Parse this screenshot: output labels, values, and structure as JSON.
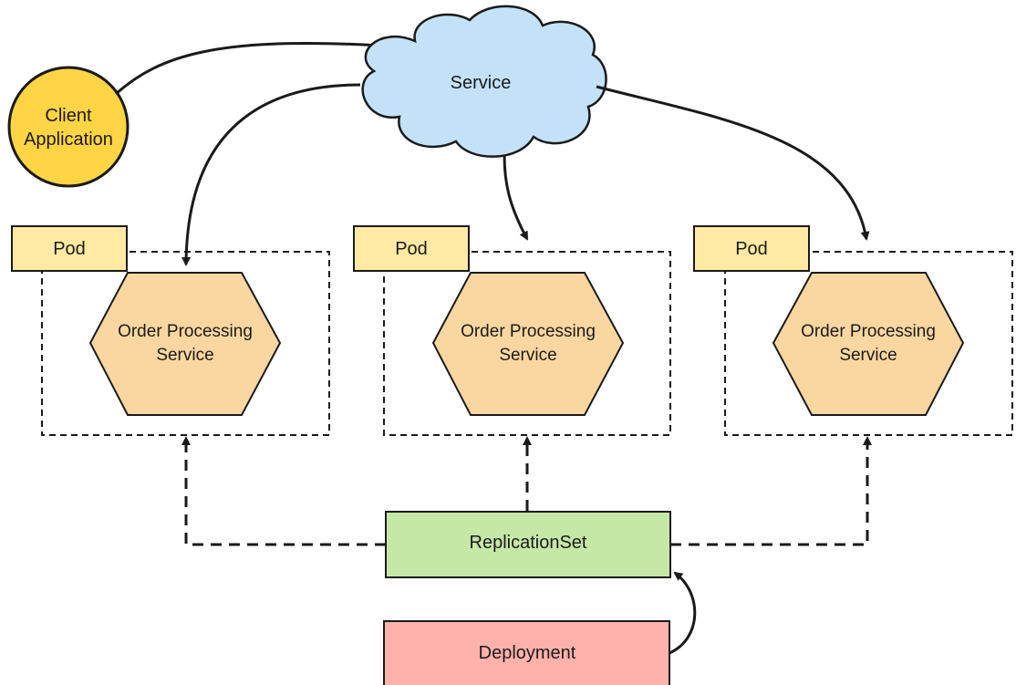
{
  "client": {
    "line1": "Client",
    "line2": "Application"
  },
  "service": {
    "label": "Service"
  },
  "pods": [
    {
      "tag": "Pod",
      "line1": "Order Processing",
      "line2": "Service"
    },
    {
      "tag": "Pod",
      "line1": "Order Processing",
      "line2": "Service"
    },
    {
      "tag": "Pod",
      "line1": "Order Processing",
      "line2": "Service"
    }
  ],
  "replicaset": {
    "label": "ReplicationSet"
  },
  "deployment": {
    "label": "Deployment"
  },
  "colors": {
    "client_fill": "#FFD445",
    "service_fill": "#C3E2F7",
    "pod_tag_fill": "#FFEAA3",
    "hexagon_fill": "#FAD7A0",
    "replicaset_fill": "#C6E8A7",
    "deployment_fill": "#FFB2AC",
    "stroke": "#1a1a1a"
  }
}
